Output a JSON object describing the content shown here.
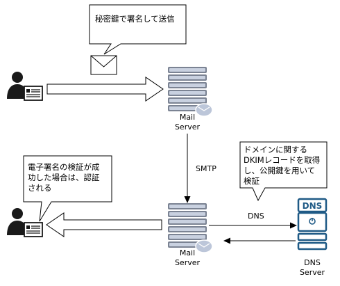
{
  "callouts": {
    "sign": "秘密鍵で署名して送信",
    "verify": [
      "ドメインに関する",
      "DKIMレコードを取得",
      "し、公開鍵を用いて",
      "検証"
    ],
    "result": [
      "電子署名の検証が成",
      "功した場合は、認証",
      "される"
    ]
  },
  "servers": {
    "top": [
      "Mail",
      "Server"
    ],
    "bottom": [
      "Mail",
      "Server"
    ],
    "dns": [
      "DNS",
      "Server"
    ]
  },
  "dns_badge": "DNS",
  "edges": {
    "smtp": "SMTP",
    "dns": "DNS"
  },
  "colors": {
    "server_stripe": "#bcc6d9",
    "server_body": "#7b8393",
    "dns_blue": "#1f5a86",
    "line": "#000000"
  }
}
